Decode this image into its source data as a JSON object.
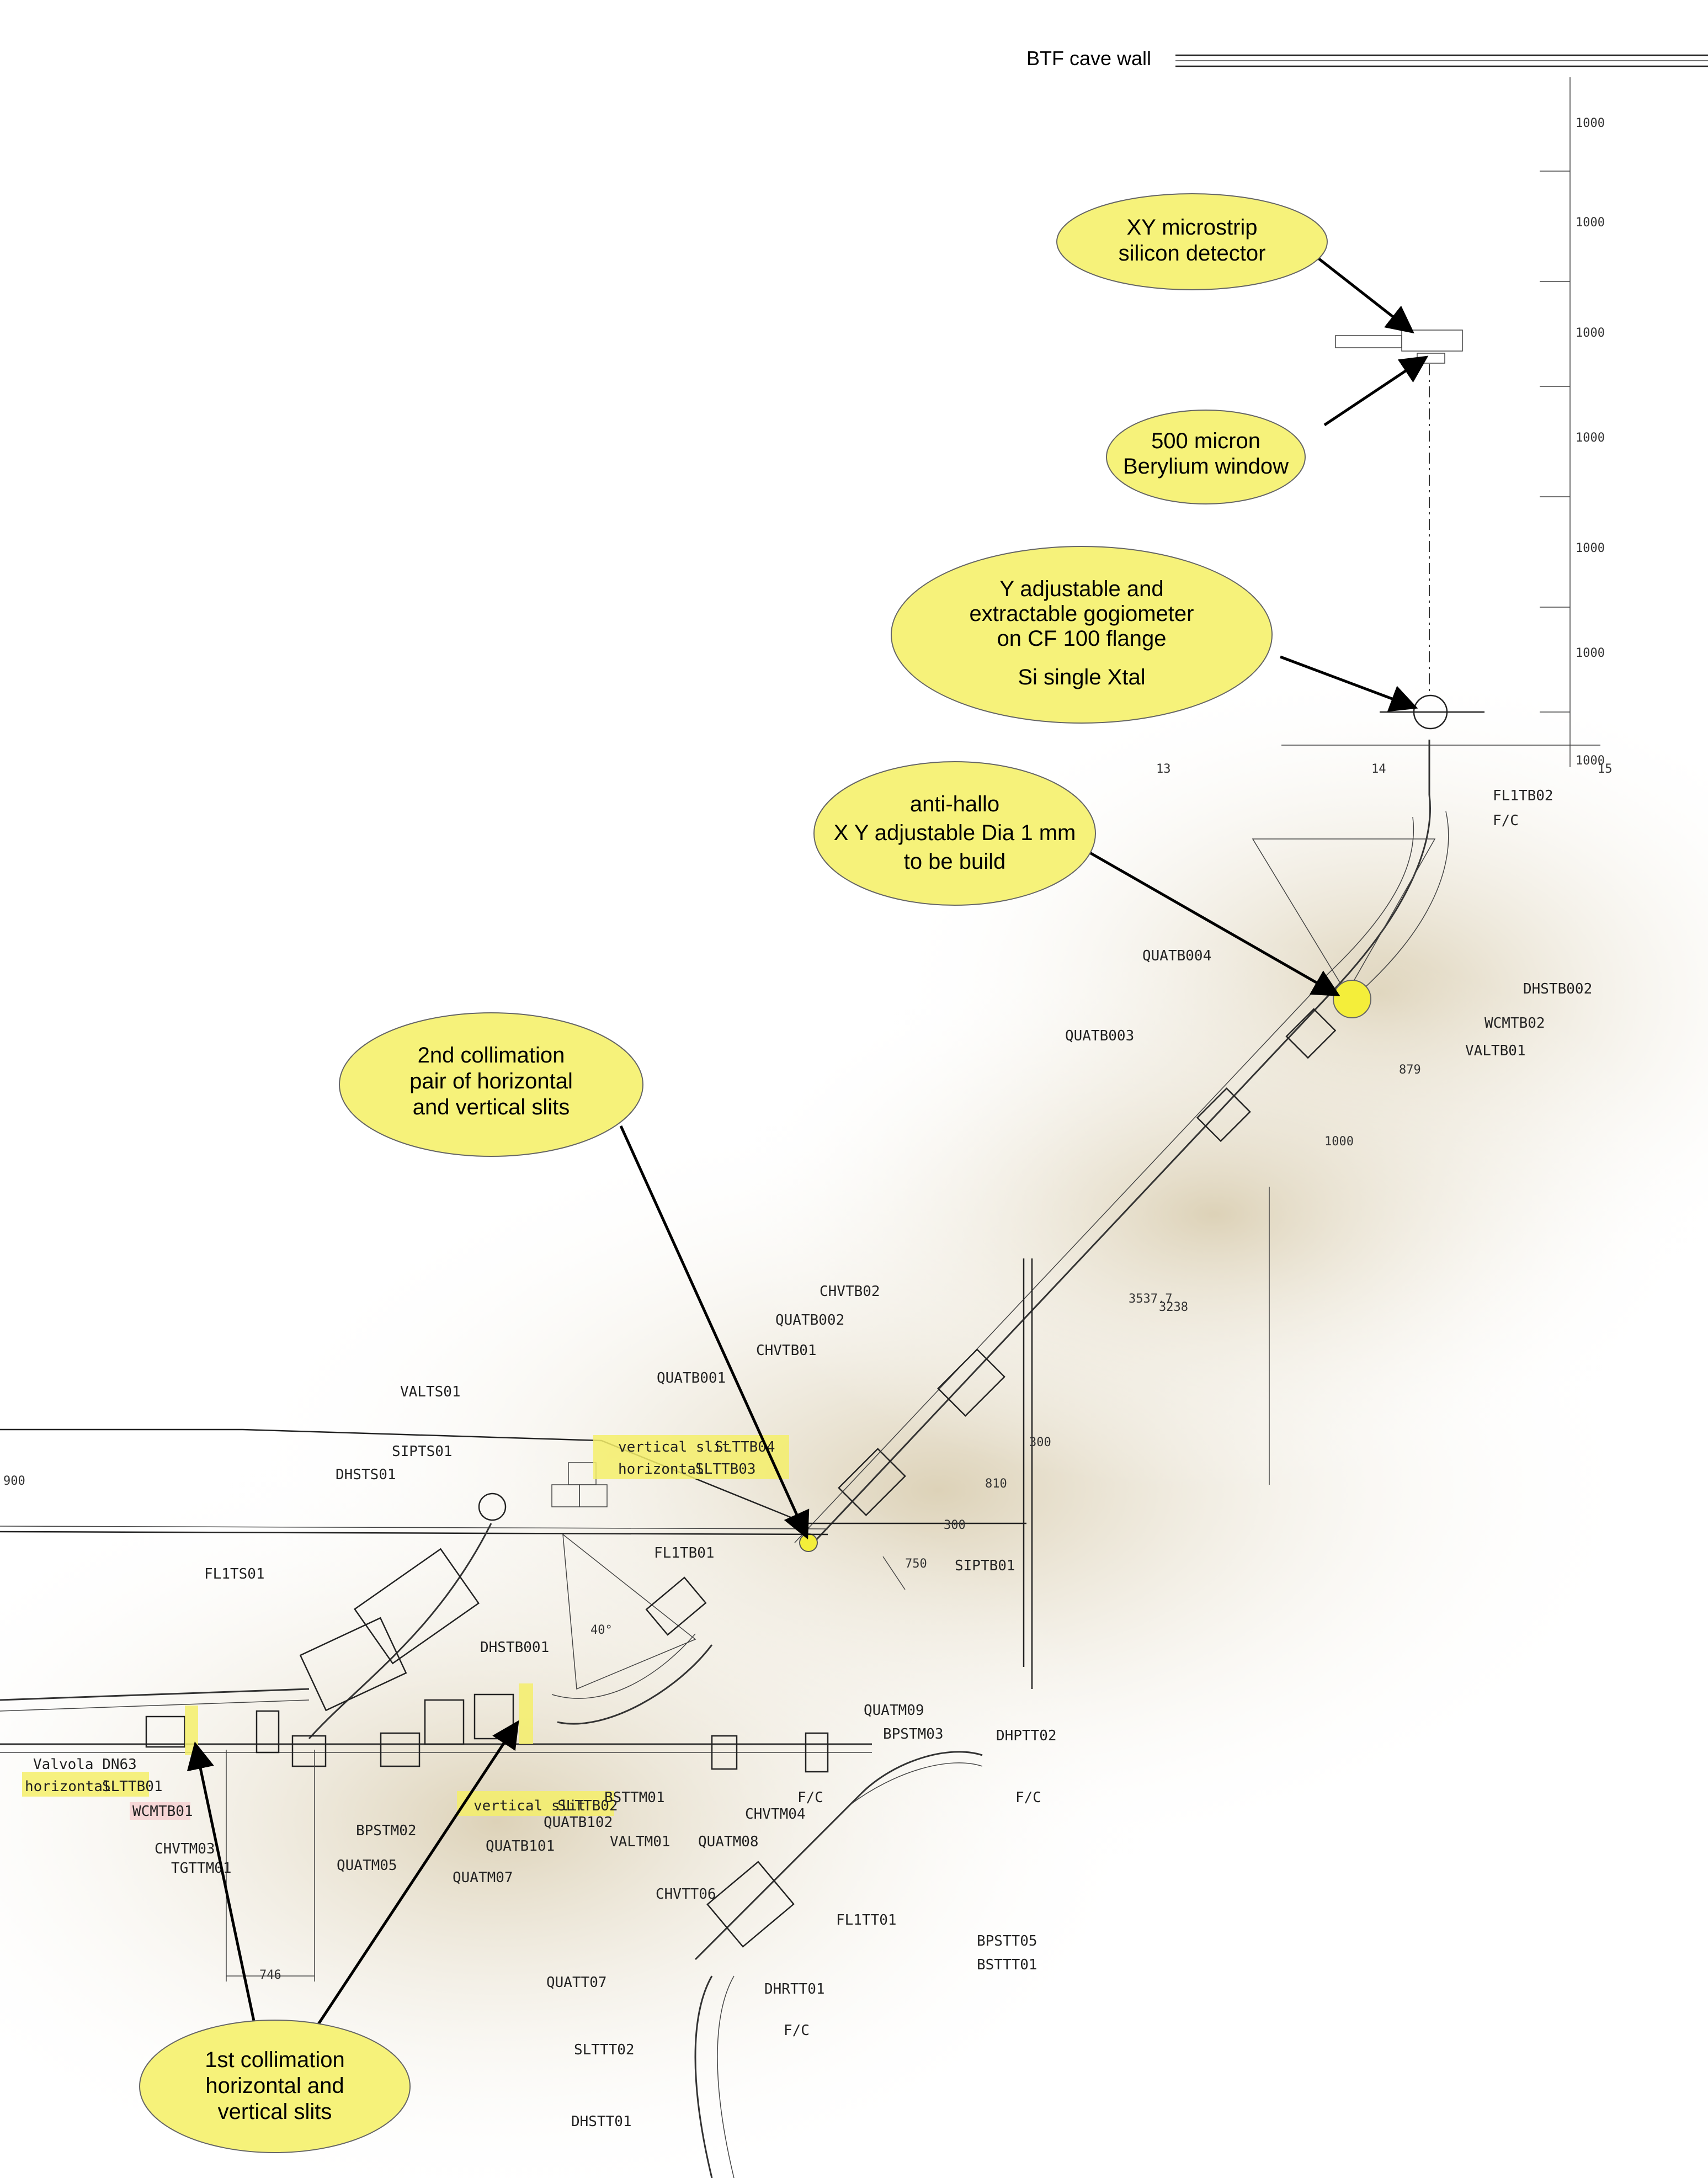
{
  "wall_label": "BTF cave wall",
  "callouts": {
    "detector": [
      "XY microstrip",
      "silicon detector"
    ],
    "beryllium": [
      "500 micron",
      "Berylium window"
    ],
    "goniometer": [
      "Y adjustable and",
      "extractable gogiometer",
      "on CF 100 flange",
      "Si single Xtal"
    ],
    "antihalo": [
      "anti-hallo",
      "X Y adjustable Dia 1 mm",
      "to be build"
    ],
    "second_collimation": [
      "2nd collimation",
      "pair of horizontal",
      "and vertical slits"
    ],
    "first_collimation": [
      "1st collimation",
      "horizontal and",
      "vertical slits"
    ]
  },
  "highlight_labels": {
    "vertical_slit_1": "vertical slit",
    "slttb04": "SLTTB04",
    "horizontal_2": "horizontal",
    "slttb03": "SLTTB03",
    "horizontal_1": "horizontal",
    "slttb01": "SLTTB01",
    "wcmtb01": "WCMTB01",
    "vertical_slit_2": "vertical slit",
    "slttb02": "SLTTB02",
    "quatb102": "QUATB102"
  },
  "components": {
    "fl1tb02": "FL1TB02",
    "fc1": "F/C",
    "dhstb002": "DHSTB002",
    "wcmtb02": "WCMTB02",
    "valtb01": "VALTB01",
    "quatb004": "QUATB004",
    "quatb003": "QUATB003",
    "chvtb02": "CHVTB02",
    "quatb002": "QUATB002",
    "chvtb01": "CHVTB01",
    "quatb001": "QUATB001",
    "valts01": "VALTS01",
    "sipts01": "SIPTS01",
    "dhsts01": "DHSTS01",
    "fl1ts01": "FL1TS01",
    "fl1tb01": "FL1TB01",
    "siptb01": "SIPTB01",
    "dhstb001": "DHSTB001",
    "quatm09": "QUATM09",
    "bpstm03": "BPSTM03",
    "dhptt02": "DHPTT02",
    "fc2": "F/C",
    "valvola": "Valvola DN63",
    "chvtm03": "CHVTM03",
    "tgttm01": "TGTTM01",
    "bpstm02": "BPSTM02",
    "quatm05": "QUATM05",
    "quatb101": "QUATB101",
    "quatm07": "QUATM07",
    "bsttm01": "BSTTM01",
    "chvtm04": "CHVTM04",
    "fc3": "F/C",
    "valtm01": "VALTM01",
    "quatm08": "QUATM08",
    "chvtt06": "CHVTT06",
    "fl1tt01": "FL1TT01",
    "bpstt05": "BPSTT05",
    "bsttt01": "BSTTT01",
    "quatt07": "QUATT07",
    "dhrtt01": "DHRTT01",
    "fc4": "F/C",
    "slttt02": "SLTTT02",
    "dhstt01": "DHSTT01"
  },
  "dimensions": {
    "d879": "879",
    "d1000": "1000",
    "d3537": "3537.7",
    "d3238": "3238",
    "d300a": "300",
    "d810": "810",
    "d300b": "300",
    "d750": "750",
    "d746": "746",
    "d900": "900",
    "d40": "40°",
    "grid14": "14",
    "grid15": "15",
    "grid13": "13",
    "ruler": [
      "1000",
      "1000",
      "1000",
      "1000",
      "1000",
      "1000",
      "1000"
    ]
  }
}
